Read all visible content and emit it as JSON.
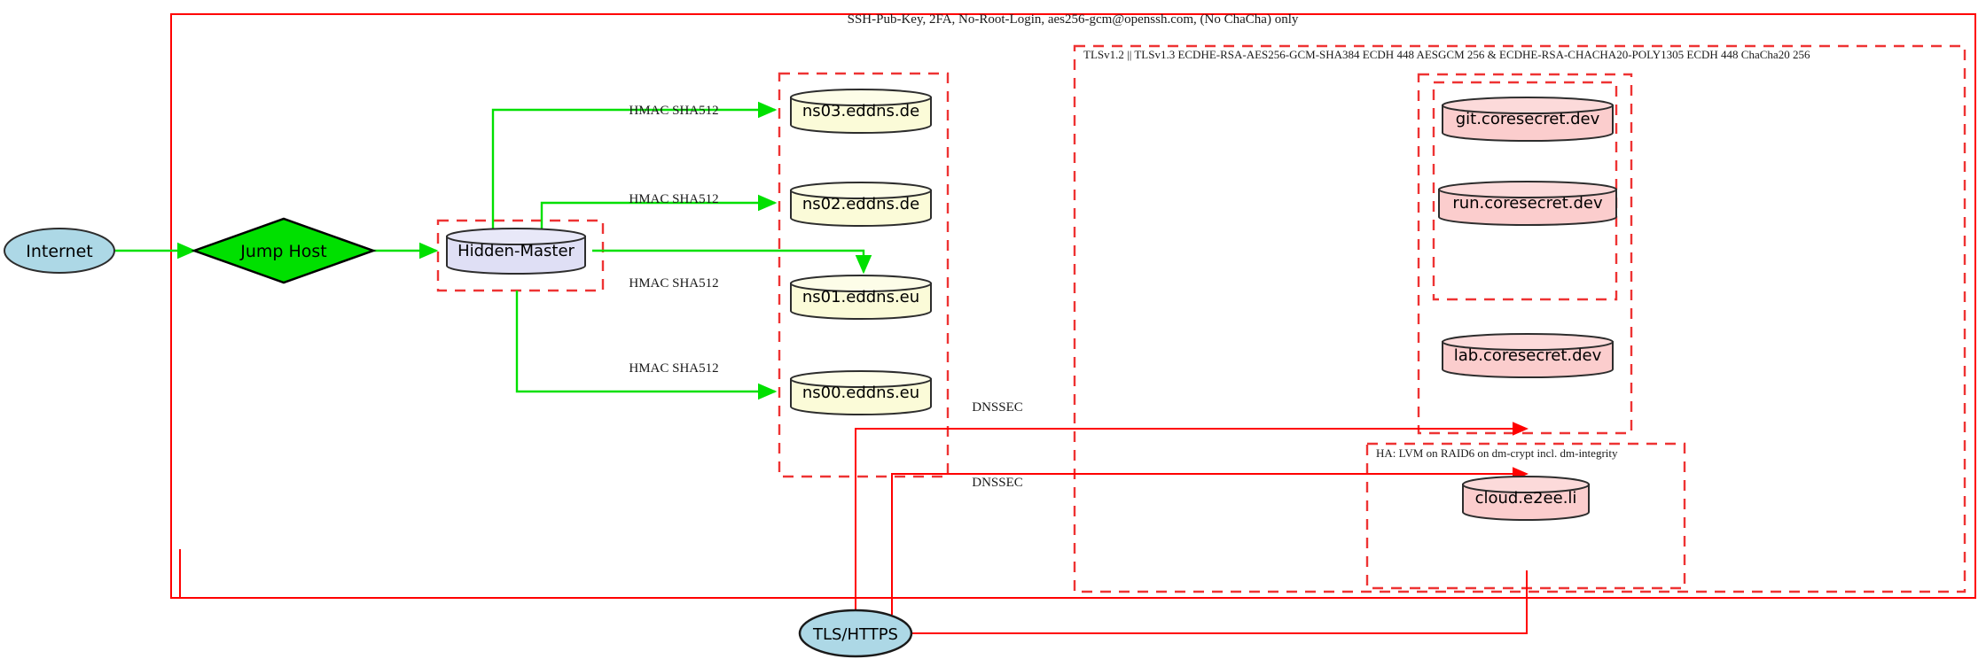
{
  "diagram": {
    "title_label": "SSH-Pub-Key, 2FA, No-Root-Login, aes256-gcm@openssh.com, (No ChaCha) only",
    "tls_cluster_label": "TLSv1.2 || TLSv1.3 ECDHE-RSA-AES256-GCM-SHA384 ECDH 448 AESGCM 256 & ECDHE-RSA-CHACHA20-POLY1305 ECDH 448 ChaCha20 256",
    "ha_cluster_label": "HA: LVM on RAID6 on dm-crypt incl. dm-integrity"
  },
  "nodes": {
    "internet": {
      "label": "Internet",
      "shape": "ellipse",
      "color": "#add8e6"
    },
    "jump_host": {
      "label": "Jump Host",
      "shape": "diamond",
      "color": "#00e000"
    },
    "hidden_master": {
      "label": "Hidden-Master",
      "shape": "cylinder",
      "color": "#dfdff5"
    },
    "ns03": {
      "label": "ns03.eddns.de",
      "shape": "cylinder",
      "color": "#fbfbd8"
    },
    "ns02": {
      "label": "ns02.eddns.de",
      "shape": "cylinder",
      "color": "#fbfbd8"
    },
    "ns01": {
      "label": "ns01.eddns.eu",
      "shape": "cylinder",
      "color": "#fbfbd8"
    },
    "ns00": {
      "label": "ns00.eddns.eu",
      "shape": "cylinder",
      "color": "#fbfbd8"
    },
    "git": {
      "label": "git.coresecret.dev",
      "shape": "cylinder",
      "color": "#fbcdcd"
    },
    "run": {
      "label": "run.coresecret.dev",
      "shape": "cylinder",
      "color": "#fbcdcd"
    },
    "lab": {
      "label": "lab.coresecret.dev",
      "shape": "cylinder",
      "color": "#fbcdcd"
    },
    "cloud": {
      "label": "cloud.e2ee.li",
      "shape": "cylinder",
      "color": "#fbcdcd"
    },
    "tls_https": {
      "label": "TLS/HTTPS",
      "shape": "ellipse",
      "color": "#add8e6"
    }
  },
  "edge_labels": {
    "hmac_ns03": "HMAC SHA512",
    "hmac_ns02": "HMAC SHA512",
    "hmac_ns01": "HMAC SHA512",
    "hmac_ns00": "HMAC SHA512",
    "dnssec_upper": "DNSSEC",
    "dnssec_lower": "DNSSEC"
  },
  "colors": {
    "edge_green": "#00e000",
    "edge_red": "#ff0000",
    "cluster_border": "#ee3333",
    "ellipse_fill": "#add8e6",
    "diamond_fill": "#00e000",
    "master_fill": "#dfdff5",
    "ns_fill": "#fbfbd8",
    "service_fill": "#fbcdcd"
  }
}
